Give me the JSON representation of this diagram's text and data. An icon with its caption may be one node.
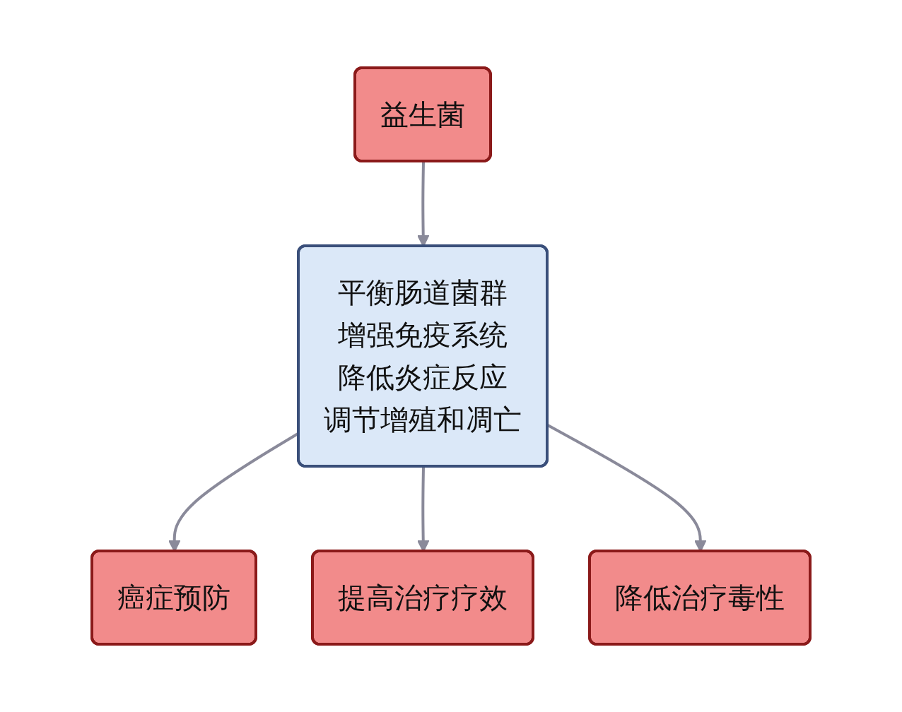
{
  "diagram": {
    "nodes": [
      {
        "text": [
          "益生菌"
        ]
      },
      {
        "text": [
          "平衡肠道菌群",
          "增强免疫系统",
          "降低炎症反应",
          "调节增殖和凋亡"
        ]
      },
      {
        "text": [
          "癌症预防"
        ]
      },
      {
        "text": [
          "提高治疗疗效"
        ]
      },
      {
        "text": [
          "降低治疗毒性"
        ]
      }
    ],
    "edges": [
      {
        "from": 0,
        "to": 1,
        "arrow": "to"
      },
      {
        "from": 1,
        "to": 2,
        "arrow": "to"
      },
      {
        "from": 1,
        "to": 3,
        "arrow": "to"
      },
      {
        "from": 1,
        "to": 4,
        "arrow": "to"
      }
    ]
  }
}
